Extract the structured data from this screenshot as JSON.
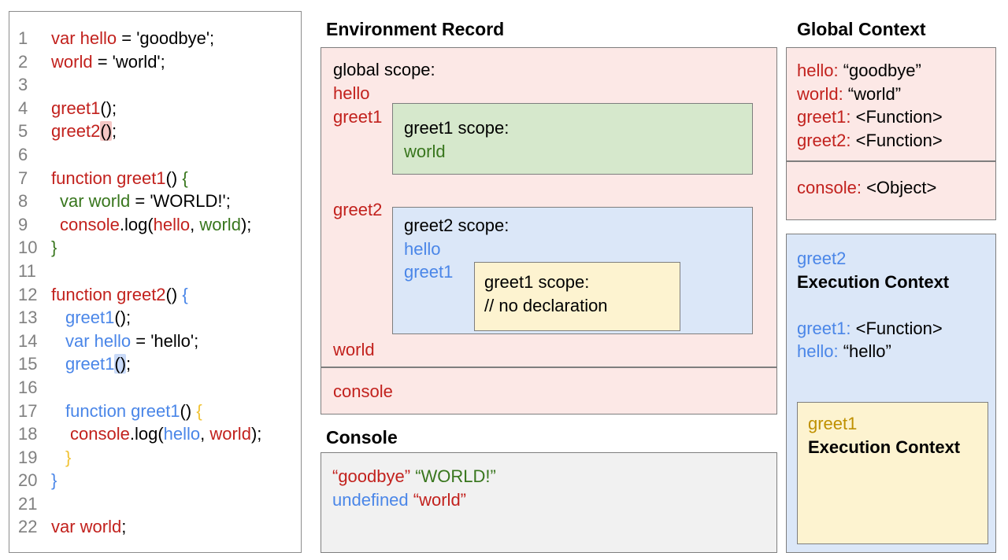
{
  "colors": {
    "red": "#c2211d",
    "blue": "#4a86e8",
    "green": "#38761d",
    "gold": "#bf9000",
    "goldlight": "#f1c232",
    "gray": "#808080",
    "black": "#000000",
    "pinkfill": "#fce8e6",
    "greenfill": "#d6e8cc",
    "bluefill": "#dbe7f8",
    "yellowfill": "#fdf3d0",
    "grayfill": "#f1f1f1",
    "border": "#7e7e7e",
    "hlpink": "#f5c6c4",
    "hlblue": "#c9daf8"
  },
  "code_panel": {
    "lines": [
      {
        "n": "1",
        "ind": 0,
        "seg": [
          [
            "var hello",
            "red"
          ],
          [
            " = 'goodbye';",
            "black"
          ]
        ]
      },
      {
        "n": "2",
        "ind": 0,
        "seg": [
          [
            "world",
            "red"
          ],
          [
            " = 'world';",
            "black"
          ]
        ]
      },
      {
        "n": "3",
        "ind": 0,
        "seg": []
      },
      {
        "n": "4",
        "ind": 0,
        "seg": [
          [
            "greet1",
            "red"
          ],
          [
            "();",
            "black"
          ]
        ]
      },
      {
        "n": "5",
        "ind": 0,
        "seg": [
          [
            "greet2",
            "red"
          ],
          [
            "()",
            "black",
            "hlpink"
          ],
          [
            ";",
            "black"
          ]
        ]
      },
      {
        "n": "6",
        "ind": 0,
        "seg": []
      },
      {
        "n": "7",
        "ind": 0,
        "seg": [
          [
            "function greet1",
            "red"
          ],
          [
            "() ",
            "black"
          ],
          [
            "{",
            "green"
          ]
        ]
      },
      {
        "n": "8",
        "ind": 11,
        "seg": [
          [
            "var world",
            "green"
          ],
          [
            " = 'WORLD!';",
            "black"
          ]
        ]
      },
      {
        "n": "9",
        "ind": 11,
        "seg": [
          [
            "console",
            "red"
          ],
          [
            ".log(",
            "black"
          ],
          [
            "hello",
            "red"
          ],
          [
            ", ",
            "black"
          ],
          [
            "world",
            "green"
          ],
          [
            ");",
            "black"
          ]
        ]
      },
      {
        "n": "10",
        "ind": 0,
        "seg": [
          [
            "}",
            "green"
          ]
        ]
      },
      {
        "n": "11",
        "ind": 0,
        "seg": []
      },
      {
        "n": "12",
        "ind": 0,
        "seg": [
          [
            "function greet2",
            "red"
          ],
          [
            "() ",
            "black"
          ],
          [
            "{",
            "blue"
          ]
        ]
      },
      {
        "n": "13",
        "ind": 18,
        "seg": [
          [
            "greet1",
            "blue"
          ],
          [
            "();",
            "black"
          ]
        ]
      },
      {
        "n": "14",
        "ind": 18,
        "seg": [
          [
            "var hello",
            "blue"
          ],
          [
            " = 'hello';",
            "black"
          ]
        ]
      },
      {
        "n": "15",
        "ind": 18,
        "seg": [
          [
            "greet1",
            "blue"
          ],
          [
            "()",
            "black",
            "hlblue"
          ],
          [
            ";",
            "black"
          ]
        ]
      },
      {
        "n": "16",
        "ind": 0,
        "seg": []
      },
      {
        "n": "17",
        "ind": 18,
        "seg": [
          [
            "function greet1",
            "blue"
          ],
          [
            "() ",
            "black"
          ],
          [
            "{",
            "goldlight"
          ]
        ]
      },
      {
        "n": "18",
        "ind": 24,
        "seg": [
          [
            "console",
            "red"
          ],
          [
            ".log(",
            "black"
          ],
          [
            "hello",
            "blue"
          ],
          [
            ", ",
            "black"
          ],
          [
            "world",
            "red"
          ],
          [
            ");",
            "black"
          ]
        ]
      },
      {
        "n": "19",
        "ind": 18,
        "seg": [
          [
            "}",
            "goldlight"
          ]
        ]
      },
      {
        "n": "20",
        "ind": 0,
        "seg": [
          [
            "}",
            "blue"
          ]
        ]
      },
      {
        "n": "21",
        "ind": 0,
        "seg": []
      },
      {
        "n": "22",
        "ind": 0,
        "seg": [
          [
            "var world",
            "red"
          ],
          [
            ";",
            "black"
          ]
        ]
      }
    ]
  },
  "environment_record": {
    "title": "Environment Record",
    "global_scope_label": "global scope:",
    "var_hello": "hello",
    "var_greet1": "greet1",
    "var_greet2": "greet2",
    "var_world": "world",
    "greet1_scope": {
      "title": "greet1 scope:",
      "var_world": "world"
    },
    "greet2_scope": {
      "title": "greet2 scope:",
      "var_hello": "hello",
      "var_greet1": "greet1",
      "inner_greet1_scope": {
        "title": "greet1 scope:",
        "comment": "// no declaration"
      }
    },
    "console_label": "console"
  },
  "console_panel": {
    "title": "Console",
    "lines": [
      [
        [
          "“goodbye”",
          "red"
        ],
        [
          " ",
          "black"
        ],
        [
          "“WORLD!”",
          "green"
        ]
      ],
      [
        [
          "undefined",
          "blue"
        ],
        [
          " ",
          "black"
        ],
        [
          "“world”",
          "red"
        ]
      ]
    ]
  },
  "global_context": {
    "title": "Global Context",
    "variables": [
      [
        [
          "hello:",
          "red"
        ],
        [
          " “goodbye”",
          "black"
        ]
      ],
      [
        [
          "world:",
          "red"
        ],
        [
          " “world”",
          "black"
        ]
      ],
      [
        [
          "greet1:",
          "red"
        ],
        [
          " <Function>",
          "black"
        ]
      ],
      [
        [
          "greet2:",
          "red"
        ],
        [
          " <Function>",
          "black"
        ]
      ]
    ],
    "console_line": [
      [
        "console:",
        "red"
      ],
      [
        " <Object>",
        "black"
      ]
    ]
  },
  "greet2_execution_context": {
    "name": "greet2",
    "label": "Execution Context",
    "variables": [
      [
        [
          "greet1:",
          "blue"
        ],
        [
          " <Function>",
          "black"
        ]
      ],
      [
        [
          "hello:",
          "blue"
        ],
        [
          " “hello”",
          "black"
        ]
      ]
    ],
    "greet1_execution_context": {
      "name": "greet1",
      "label": "Execution Context"
    }
  }
}
